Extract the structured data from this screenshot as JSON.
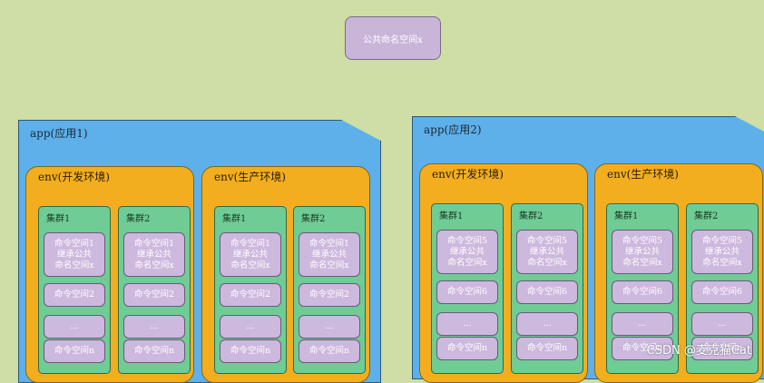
{
  "public_namespace": "公共命名空间x",
  "apps": [
    {
      "label": "app(应用1)",
      "envs": [
        {
          "label": "env(开发环境)",
          "clusters": [
            {
              "label": "集群1",
              "namespaces": [
                [
                  "命令空间1",
                  "继承公共",
                  "命名空间x"
                ],
                [
                  "命令空间2"
                ],
                [
                  "..."
                ],
                [
                  "命令空间n"
                ]
              ]
            },
            {
              "label": "集群2",
              "namespaces": [
                [
                  "命令空间1",
                  "继承公共",
                  "命名空间x"
                ],
                [
                  "命令空间2"
                ],
                [
                  "..."
                ],
                [
                  "命令空间n"
                ]
              ]
            }
          ]
        },
        {
          "label": "env(生产环境)",
          "clusters": [
            {
              "label": "集群1",
              "namespaces": [
                [
                  "命令空间1",
                  "继承公共",
                  "命名空间x"
                ],
                [
                  "命令空间2"
                ],
                [
                  "..."
                ],
                [
                  "命令空间n"
                ]
              ]
            },
            {
              "label": "集群2",
              "namespaces": [
                [
                  "命令空间1",
                  "继承公共",
                  "命名空间x"
                ],
                [
                  "命令空间2"
                ],
                [
                  "..."
                ],
                [
                  "命令空间n"
                ]
              ]
            }
          ]
        }
      ]
    },
    {
      "label": "app(应用2)",
      "envs": [
        {
          "label": "env(开发环境)",
          "clusters": [
            {
              "label": "集群1",
              "namespaces": [
                [
                  "命令空间5",
                  "继承公共",
                  "命名空间x"
                ],
                [
                  "命令空间6"
                ],
                [
                  "..."
                ],
                [
                  "命令空间n"
                ]
              ]
            },
            {
              "label": "集群2",
              "namespaces": [
                [
                  "命令空间5",
                  "继承公共",
                  "命名空间x"
                ],
                [
                  "命令空间6"
                ],
                [
                  "..."
                ],
                [
                  "命令空间n"
                ]
              ]
            }
          ]
        },
        {
          "label": "env(生产环境)",
          "clusters": [
            {
              "label": "集群1",
              "namespaces": [
                [
                  "命令空间5",
                  "继承公共",
                  "命名空间x"
                ],
                [
                  "命令空间6"
                ],
                [
                  "..."
                ],
                [
                  "命令空间n"
                ]
              ]
            },
            {
              "label": "集群2",
              "namespaces": [
                [
                  "命令空间5",
                  "继承公共",
                  "命名空间x"
                ],
                [
                  "命令空间6"
                ],
                [
                  "..."
                ],
                [
                  "命令空间n"
                ]
              ]
            }
          ]
        }
      ]
    }
  ],
  "watermark": "CSDN @麦克猫Cat"
}
